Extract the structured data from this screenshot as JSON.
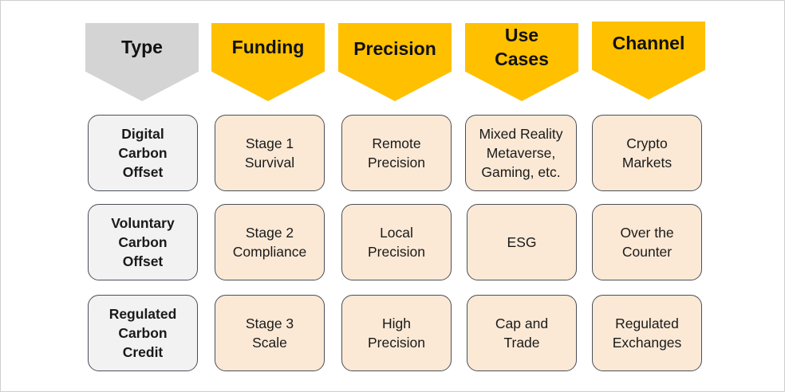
{
  "colors": {
    "type_header": "#d4d4d4",
    "category_header": "#ffc000",
    "type_cell_fill": "#f2f2f2",
    "body_cell_fill": "#fbe9d6",
    "cell_border": "#4a4f57"
  },
  "headers": [
    {
      "label": "Type",
      "kind": "type"
    },
    {
      "label": "Funding",
      "kind": "category"
    },
    {
      "label": "Precision",
      "kind": "category"
    },
    {
      "label": "Use\nCases",
      "kind": "category"
    },
    {
      "label": "Channel",
      "kind": "category"
    }
  ],
  "rows": [
    [
      "Digital\nCarbon\nOffset",
      "Stage 1\nSurvival",
      "Remote\nPrecision",
      "Mixed Reality\nMetaverse,\nGaming, etc.",
      "Crypto\nMarkets"
    ],
    [
      "Voluntary\nCarbon\nOffset",
      "Stage 2\nCompliance",
      "Local\nPrecision",
      "ESG",
      "Over the\nCounter"
    ],
    [
      "Regulated\nCarbon\nCredit",
      "Stage 3\nScale",
      "High\nPrecision",
      "Cap and\nTrade",
      "Regulated\nExchanges"
    ]
  ]
}
